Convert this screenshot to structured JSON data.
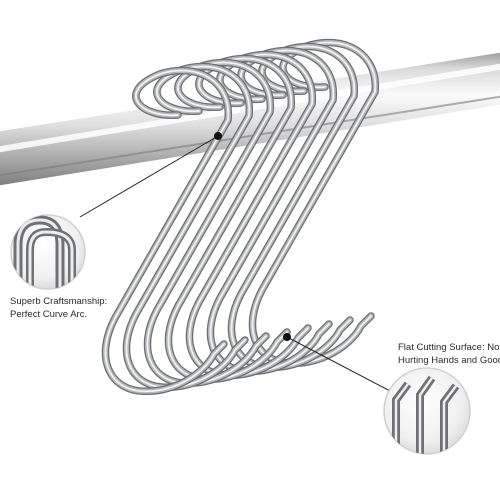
{
  "callouts": {
    "left": {
      "line1": "Superb Craftsmanship:",
      "line2": "Perfect Curve Arc."
    },
    "right": {
      "line1": "Flat Cutting Surface: No",
      "line2": "Hurting Hands and Goods."
    }
  },
  "hook_count": 8,
  "colors": {
    "background": "#ffffff",
    "rail_light": "#f6f6f6",
    "rail_mid": "#c7c7c7",
    "rail_dark": "#8c8c8c",
    "hook_dark": "#6d6f72",
    "hook_mid": "#b4b6b9",
    "hook_light": "#f2f2f2",
    "callout_dot": "#111111",
    "text": "#2b2b2b"
  }
}
